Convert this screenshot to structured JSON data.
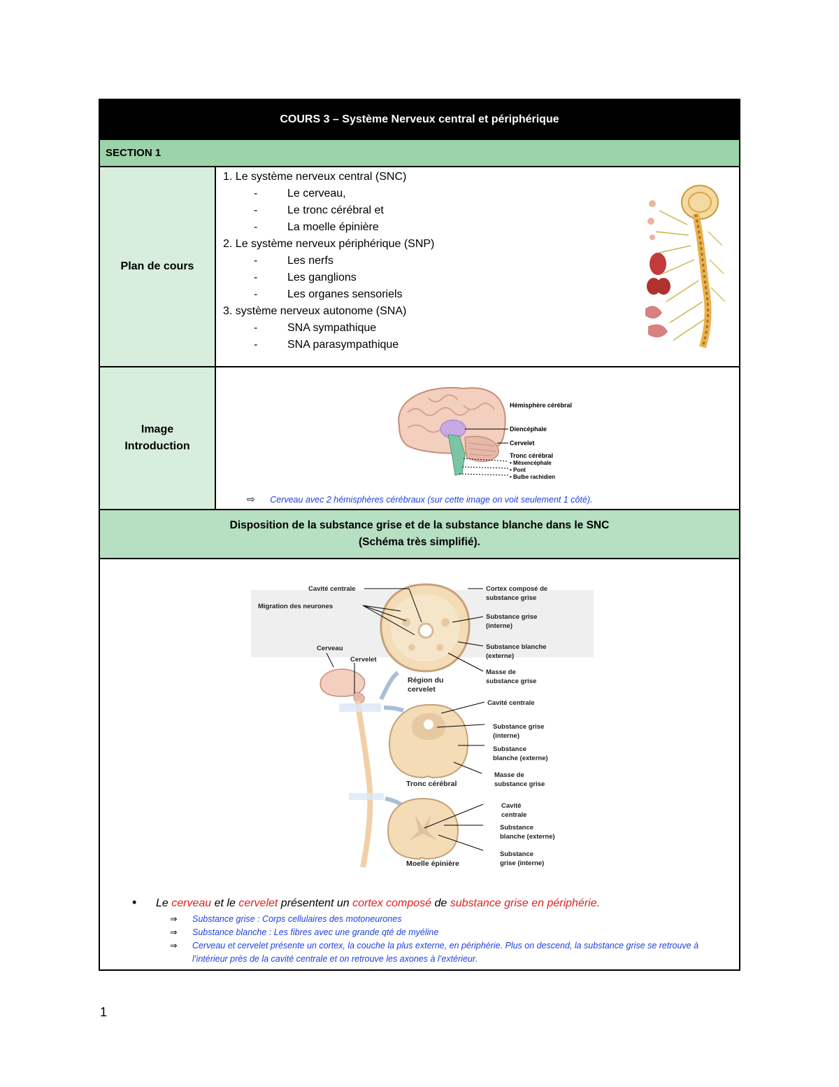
{
  "title": "COURS 3 – Système Nerveux central et périphérique",
  "section": "SECTION 1",
  "plan": {
    "label": "Plan de cours",
    "groups": [
      {
        "title": "1. Le système nerveux central (SNC)",
        "items": [
          "Le cerveau,",
          "Le tronc cérébral et",
          "La moelle épinière"
        ]
      },
      {
        "title": "2. Le système nerveux périphérique (SNP)",
        "items": [
          "Les nerfs",
          "Les ganglions",
          "Les organes sensoriels"
        ]
      },
      {
        "title": "3. système nerveux autonome (SNA)",
        "items": [
          "SNA sympathique",
          "SNA parasympathique"
        ]
      }
    ]
  },
  "intro": {
    "label_line1": "Image",
    "label_line2": "Introduction",
    "brain_labels": {
      "hemisphere": "Hémisphère cérébral",
      "diencephale": "Diencéphale",
      "cervelet": "Cervelet",
      "tronc": "Tronc cérébral",
      "mesencephale": "• Mésencéphale",
      "pont": "• Pont",
      "bulbe": "• Bulbe rachidien"
    },
    "caption_arrow": "⇨",
    "caption": "Cerveau avec 2 hémisphères cérébraux (sur cette image on voit seulement 1 côté)."
  },
  "disposition": {
    "line1": "Disposition de la substance grise et de la substance blanche dans le SNC",
    "line2": "(Schéma très simplifié)."
  },
  "figure_labels": {
    "cavite_centrale": "Cavité centrale",
    "migration": "Migration des neurones",
    "cerveau": "Cerveau",
    "cervelet": "Cervelet",
    "cortex_l1": "Cortex composé de",
    "cortex_l2": "substance grise",
    "sg_interne_l1": "Substance grise",
    "sg_interne_l2": "(interne)",
    "sb_externe_l1": "Substance blanche",
    "sb_externe_l2": "(externe)",
    "masse_l1": "Masse de",
    "masse_l2": "substance grise",
    "region_l1": "Région du",
    "region_l2": "cervelet",
    "tronc_cavite": "Cavité centrale",
    "tronc_sg_l1": "Substance grise",
    "tronc_sg_l2": "(interne)",
    "tronc_sb_l1": "Substance",
    "tronc_sb_l2": "blanche (externe)",
    "tronc_masse_l1": "Masse de",
    "tronc_masse_l2": "substance grise",
    "tronc_title": "Tronc cérébral",
    "moelle_cavite_l1": "Cavité",
    "moelle_cavite_l2": "centrale",
    "moelle_sb_l1": "Substance",
    "moelle_sb_l2": "blanche (externe)",
    "moelle_sg_l1": "Substance",
    "moelle_sg_l2": "grise (interne)",
    "moelle_title": "Moelle épinière"
  },
  "notes": {
    "bullet": "•",
    "main": {
      "t1": "Le ",
      "r1": "cerveau",
      "t2": " et le ",
      "r2": "cervelet",
      "t3": " présentent un ",
      "r3": "cortex composé",
      "t4": " de ",
      "r4": "substance grise en périphérie",
      "t5": "."
    },
    "arrow": "⇒",
    "sub": [
      "Substance grise : Corps cellulaires des motoneurones",
      "Substance blanche : Les fibres avec une grande qté de myéline",
      "Cerveau et cervelet présente un cortex, la couche la plus externe, en périphérie. Plus on descend, la substance grise se retrouve à l’intérieur près de la cavité centrale et on retrouve les axones à l’extérieur."
    ]
  },
  "page_number": "1",
  "colors": {
    "header_bg": "#000000",
    "section_bg": "#9dd3a8",
    "label_bg": "#d8eedd",
    "dispo_bg": "#b7dfc1",
    "note_blue": "#1f3fe0",
    "note_red": "#e02020"
  }
}
